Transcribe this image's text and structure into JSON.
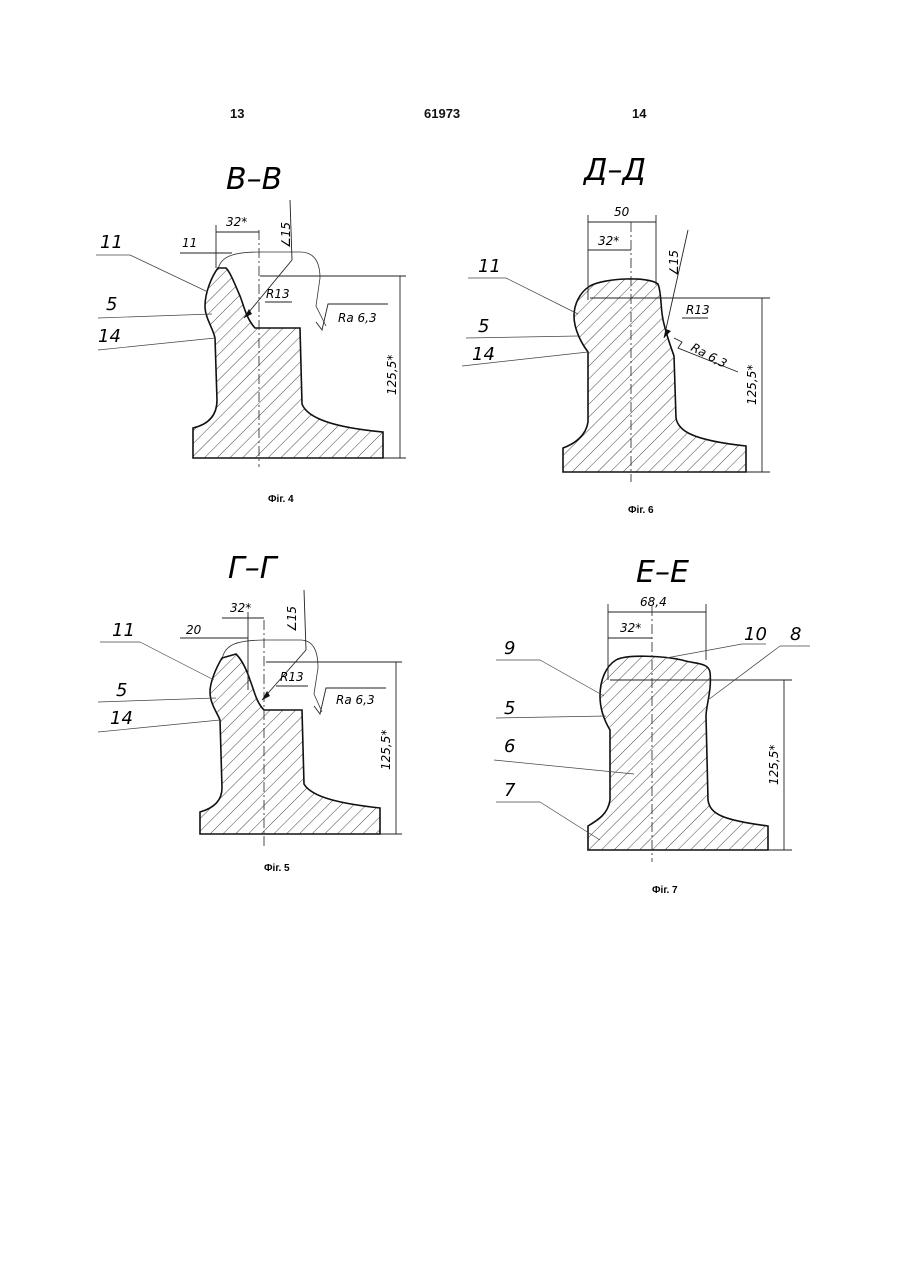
{
  "header": {
    "page_left": "13",
    "patent_number": "61973",
    "page_right": "14"
  },
  "figures": [
    {
      "section": "В–В",
      "caption": "Фіг. 4",
      "callouts": [
        "11",
        "5",
        "14"
      ],
      "dimensions": {
        "width_32": "32*",
        "offset": "11",
        "angle": "∠15",
        "radius": "R13",
        "roughness": "Ra 6,3",
        "height": "125,5*"
      }
    },
    {
      "section": "Д–Д",
      "caption": "Фіг. 6",
      "callouts": [
        "11",
        "5",
        "14"
      ],
      "dimensions": {
        "width_50": "50",
        "width_32": "32*",
        "angle": "∠15",
        "radius": "R13",
        "roughness": "Ra 6,3",
        "height": "125,5*"
      }
    },
    {
      "section": "Г–Г",
      "caption": "Фіг. 5",
      "callouts": [
        "11",
        "5",
        "14"
      ],
      "dimensions": {
        "width_32": "32*",
        "offset": "20",
        "angle": "∠15",
        "radius": "R13",
        "roughness": "Ra 6,3",
        "height": "125,5*"
      }
    },
    {
      "section": "Е–Е",
      "caption": "Фіг. 7",
      "callouts": [
        "9",
        "5",
        "6",
        "7",
        "10",
        "8"
      ],
      "dimensions": {
        "width_68": "68,4",
        "width_32": "32*",
        "height": "125,5*"
      }
    }
  ]
}
